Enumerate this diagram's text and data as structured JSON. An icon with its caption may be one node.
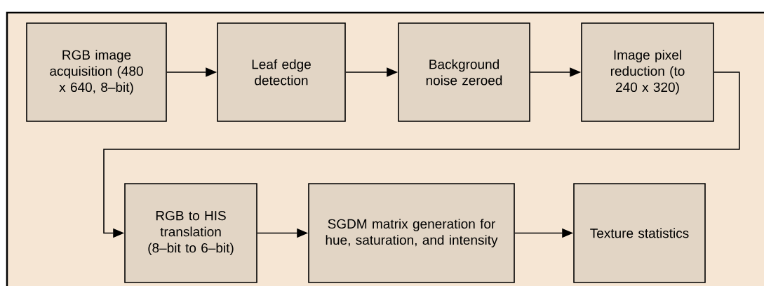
{
  "diagram": {
    "nodes": [
      {
        "text": [
          "RGB image acquisition (480 x 640, 8–bit)"
        ]
      },
      {
        "text": [
          "Leaf edge detection"
        ]
      },
      {
        "text": [
          "Background noise zeroed"
        ]
      },
      {
        "text": [
          "Image pixel reduction (to 240 x 320)"
        ]
      },
      {
        "text": [
          "RGB to HIS translation (8–bit to 6–bit)"
        ]
      },
      {
        "text": [
          "SGDM matrix generation for hue, saturation, and intensity"
        ]
      },
      {
        "text": [
          "Texture statistics"
        ]
      }
    ],
    "edges": [
      {
        "from": 0,
        "to": 1,
        "arrow": "to"
      },
      {
        "from": 1,
        "to": 2,
        "arrow": "to"
      },
      {
        "from": 2,
        "to": 3,
        "arrow": "to"
      },
      {
        "from": 3,
        "to": 4,
        "arrow": "to"
      },
      {
        "from": 4,
        "to": 5,
        "arrow": "to"
      },
      {
        "from": 5,
        "to": 6,
        "arrow": "to"
      }
    ]
  }
}
